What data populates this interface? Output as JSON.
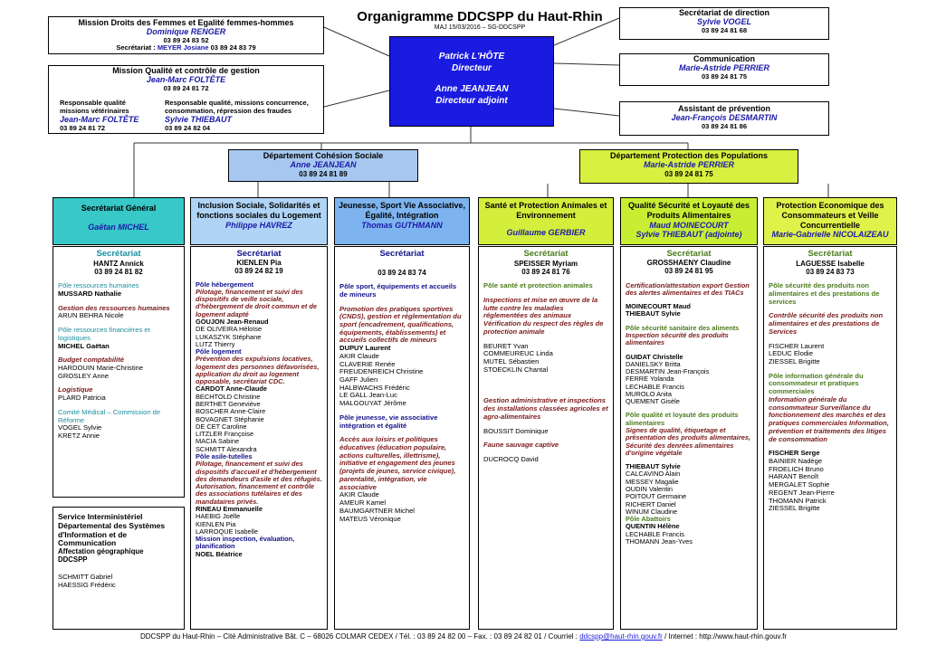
{
  "title": "Organigramme DDCSPP du Haut-Rhin",
  "subtitle": "MAJ 15/03/2016 – SG-DDCSPP",
  "direction": {
    "l1": "Patrick L'HÔTE",
    "l2": "Directeur",
    "l3": "Anne JEANJEAN",
    "l4": "Directeur adjoint"
  },
  "mission_femmes": {
    "title": "Mission Droits des Femmes et Egalité femmes-hommes",
    "name": "Dominique RENGER",
    "tel": "03 89 24 83 52",
    "sec_label": "Secrétariat :",
    "sec_name": "MEYER Josiane",
    "sec_tel": "03 89 24 83 79"
  },
  "mission_qualite": {
    "title": "Mission Qualité et contrôle de gestion",
    "name": "Jean-Marc FOLTÊTE",
    "tel": "03 89 24 81 72",
    "left_title": "Responsable qualité missions vétérinaires",
    "left_name": "Jean-Marc FOLTÊTE",
    "left_tel": "03 89 24 81 72",
    "right_title": "Responsable qualité, missions concurrence, consommation, répression des fraudes",
    "right_name": "Sylvie THIEBAUT",
    "right_tel": "03 89 24 82 04"
  },
  "sec_direction": {
    "title": "Secrétariat de direction",
    "name": "Sylvie VOGEL",
    "tel": "03 89 24 81 68"
  },
  "communication": {
    "title": "Communication",
    "name": "Marie-Astride PERRIER",
    "tel": "03 89 24 81 75"
  },
  "prevention": {
    "title": "Assistant de prévention",
    "name": "Jean-François DESMARTIN",
    "tel": "03 89 24 81 86"
  },
  "dept_cohesion": {
    "title": "Département Cohésion Sociale",
    "name": "Anne JEANJEAN",
    "tel": "03 89 24 81 89"
  },
  "dept_protection": {
    "title": "Département Protection des Populations",
    "name": "Marie-Astride PERRIER",
    "tel": "03 89 24 81 75"
  },
  "colors": {
    "direction": "#1a1ae0",
    "cohesion": "#a6c8f0",
    "protection": "#d8f040",
    "sec_general": "#38c8c8",
    "inclusion": "#b0d4f6",
    "jeunesse": "#7db4ef",
    "sante": "#d4ee3c",
    "qualite": "#c8ee34",
    "eco": "#dff24a"
  },
  "columns": {
    "c1": {
      "head1": "Secrétariat Général",
      "head2": "Gaëtan MICHEL",
      "sec": "Secrétariat",
      "sec_name": "HANTZ Annick",
      "sec_tel": "03 89 24 81 82",
      "items": [
        "Pôle ressources humaines",
        "MUSSARD Nathalie",
        "Gestion des ressources humaines",
        "ARUN BEHRA Nicole",
        "Pôle ressources financières et logistiques",
        "MICHEL Gaëtan",
        "Budget comptabilité",
        "HARDOUIN Marie-Christine",
        "GROSLEY Anne",
        "Logistique",
        "PLARD Patricia",
        "Comité Médical – Commission de Réforme",
        "VOGEL Sylvie",
        "KRETZ Annie"
      ]
    },
    "sidsic": {
      "l1": "Service Interministériel",
      "l2": "Départemental des Systèmes",
      "l3": "d'Information et de",
      "l4": "Communication",
      "l5": "Affectation géographique",
      "l6": "DDCSPP",
      "n1": "SCHMITT Gabriel",
      "n2": "HAESSIG Frédéric"
    },
    "c2": {
      "head1": "Inclusion Sociale, Solidarités et fonctions sociales du Logement",
      "head2": "Philippe HAVREZ",
      "sec": "Secrétariat",
      "sec_name": "KIENLEN Pia",
      "sec_tel": "03 89 24 82 19",
      "items": [
        "Pôle hébergement",
        "Pilotage, financement et suivi des dispositifs de veille sociale, d'hébergement de droit commun et de logement adapté",
        "GOUJON Jean-Renaud",
        "DE OLIVEIRA Héloïse",
        "LUKASZYK  Stéphane",
        "LUTZ  Thierry",
        "Pôle logement",
        "Prévention des expulsions locatives, logement des personnes défavorisées, application du droit au logement opposable, secrétariat CDC.",
        "CARDOT Anne-Claude",
        "BECHTOLD Christine",
        "BERTHET Geneviève",
        "BOSCHER Anne-Claire",
        "BOVAGNET Stéphanie",
        "DE CET Caroline",
        "LITZLER Françoise",
        "MACIA  Sabine",
        "SCHMITT Alexandra",
        "Pôle asile-tutelles",
        "Pilotage, financement et suivi des dispositifs d'accueil et d'hébergement des demandeurs d'asile et des réfugiés. Autorisation, financement et contrôle des associations tutélaires et des mandataires privés.",
        "RINEAU Emmanuelle",
        "HAEBIG Joëlle",
        "KIENLEN Pia",
        "LARROQUE Isabelle",
        "Mission inspection, évaluation, planification",
        "NOEL Béatrice"
      ]
    },
    "c3": {
      "head1": "Jeunesse, Sport Vie Associative, Égalité, Intégration",
      "head2": "Thomas GUTHMANN",
      "sec": "Secrétariat",
      "sec_tel": "03 89 24 83 74",
      "items": [
        "Pôle sport, équipements et accueils de mineurs",
        "Promotion des pratiques sportives (CNDS), gestion et réglementation du sport (encadrement, qualifications, équipements, établissements) et accueils collectifs de mineurs",
        "DUPUY Laurent",
        "AKIR Claude",
        "CLAVERIE Renée",
        "FREUDENREICH Christine",
        "GAFF Julien",
        "HALBWACHS Frédéric",
        "LE GALL Jean-Luc",
        "MALGOUYAT Jérôme",
        "Pôle jeunesse, vie associative intégration et égalité",
        "Accès aux loisirs et politiques éducatives (éducation populaire, actions culturelles, illettrisme), initiative et engagement des jeunes (projets de jeunes, service civique), parentalité, intégration, vie associative",
        "AKIR Claude",
        "AMEUR Kamel",
        "BAUMGARTNER Michel",
        "MATEUS Véronique"
      ]
    },
    "c4": {
      "head1": "Santé et Protection Animales et Environnement",
      "head2": "Guillaume GERBIER",
      "sec": "Secrétariat",
      "sec_name": "SPEISSER Myriam",
      "sec_tel": "03 89 24 81 76",
      "items": [
        "Pôle santé et protection animales",
        "Inspections et mise en œuvre de la lutte contre les maladies réglementées des animaux Vérification du respect des règles de protection animale",
        "BEURET Yvan",
        "COMMEUREUC Linda",
        "MUTEL Sébastien",
        "STOECKLIN Chantal",
        "Gestion administrative et inspections des installations classées agricoles et agro-alimentaires",
        "BOUSSIT Dominique",
        "Faune sauvage captive",
        "DUCROCQ David"
      ]
    },
    "c5": {
      "head1": "Qualité Sécurité et Loyauté des Produits Alimentaires",
      "head2": "Maud MOINECOURT",
      "head3": "Sylvie THIEBAUT (adjointe)",
      "sec": "Secrétariat",
      "sec_name": "GROSSHAENY Claudine",
      "sec_tel": "03 89 24 81 95",
      "items": [
        "Certification/attestation export Gestion des alertes alimentaires et des TIACs",
        "MOINECOURT Maud",
        "THIEBAUT Sylvie",
        "Pôle sécurité sanitaire des aliments",
        "Inspection sécurité des produits alimentaires",
        "GUIDAT Christelle",
        "DANIELSKY Britta",
        "DESMARTIN Jean-François",
        "FERRE Yolanda",
        "LECHABLE Francis",
        "MUROLO Anita",
        "QUEMENT Gisèle",
        "Pôle qualité et loyauté des produits alimentaires",
        "Signes de qualité, étiquetage et présentation des produits alimentaires, Sécurité des denrées alimentaires d'origine végétale",
        "THIEBAUT Sylvie",
        "CALCAVINO Alain",
        "MESSEY Magalie",
        "OUDIN Valentin",
        "POITOUT Germaine",
        "RICHERT Daniel",
        "WINUM Claudine",
        "Pôle Abattoirs",
        "QUENTIN Hélène",
        "LECHABLE Francis",
        "THOMANN Jean-Yves"
      ]
    },
    "c6": {
      "head1": "Protection Economique des Consommateurs et Veille Concurrentielle",
      "head2": "Marie-Gabrielle NICOLAIZEAU",
      "sec": "Secrétariat",
      "sec_name": "LAGUESSE Isabelle",
      "sec_tel": "03 89 24 83 73",
      "items": [
        "Pôle sécurité des produits non alimentaires et des prestations de services",
        "Contrôle sécurité des produits non alimentaires et des prestations de Services",
        "FISCHER Laurent",
        "LEDUC Elodie",
        "ZIESSEL Brigitte",
        "Pôle information générale du consommateur et pratiques commerciales",
        "Information générale du consommateur Surveillance du fonctionnement des marchés et des pratiques commerciales Information, prévention et traitements des litiges de consommation",
        "FISCHER Serge",
        "BAINIER Nadège",
        "FROELICH Bruno",
        "HARANT Benoît",
        "MERGALET Sophie",
        "REGENT Jean-Pierre",
        "THOMANN Patrick",
        "ZIESSEL Brigitte"
      ]
    }
  },
  "footer": {
    "text": "DDCSPP du Haut-Rhin – Cité Administrative Bât. C – 68026 COLMAR CEDEX / Tél. : 03 89 24 82 00 – Fax. : 03 89 24 82 01 / Courriel : ",
    "email": "ddcspp@haut-rhin.gouv.fr",
    "text2": " / Internet : http://www.haut-rhin.gouv.fr"
  }
}
